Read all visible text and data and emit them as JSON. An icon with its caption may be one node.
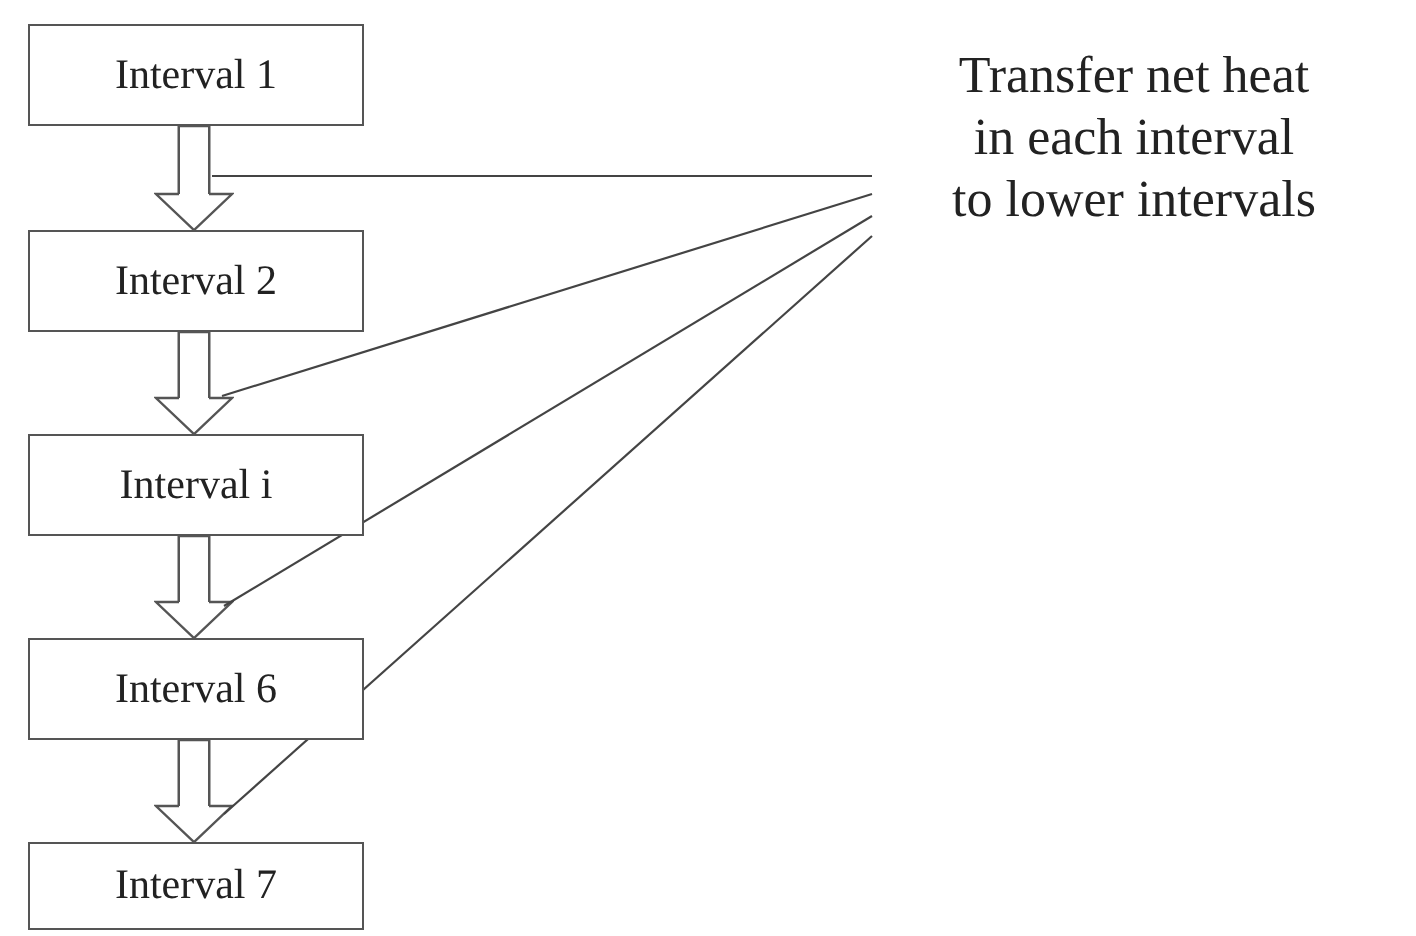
{
  "diagram": {
    "nodes": [
      {
        "text": [
          "Interval 1"
        ]
      },
      {
        "text": [
          "Interval 2"
        ]
      },
      {
        "text": [
          "Interval i"
        ]
      },
      {
        "text": [
          "Interval 6"
        ]
      },
      {
        "text": [
          "Interval 7"
        ]
      },
      {
        "text": [
          "Transfer net heat in each interval to lower intervals"
        ]
      }
    ],
    "edges": [
      {
        "from": 0,
        "to": 1,
        "arrow": "to",
        "style": "thick"
      },
      {
        "from": 1,
        "to": 2,
        "arrow": "to",
        "style": "thick"
      },
      {
        "from": 2,
        "to": 3,
        "arrow": "to",
        "style": "thick"
      },
      {
        "from": 3,
        "to": 4,
        "arrow": "to",
        "style": "thick"
      },
      {
        "from": 5,
        "to": null,
        "arrow": "none"
      },
      {
        "from": 5,
        "to": null,
        "arrow": "none"
      },
      {
        "from": 5,
        "to": null,
        "arrow": "none"
      },
      {
        "from": 5,
        "to": null,
        "arrow": "none"
      }
    ]
  }
}
